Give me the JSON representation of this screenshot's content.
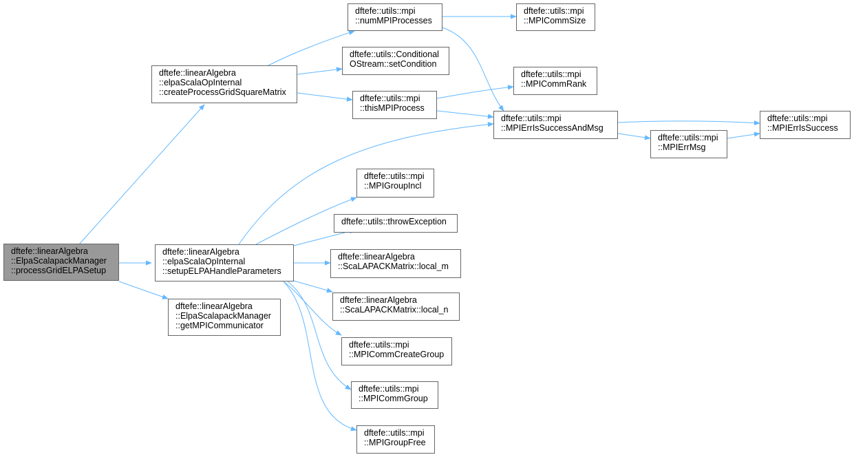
{
  "graph": {
    "root": {
      "lines": [
        "dftefe::linearAlgebra",
        "::ElpaScalapackManager",
        "::processGridELPASetup"
      ]
    },
    "nodes": {
      "createGrid": {
        "lines": [
          "dftefe::linearAlgebra",
          "::elpaScalaOpInternal",
          "::createProcessGridSquareMatrix"
        ]
      },
      "setupElpa": {
        "lines": [
          "dftefe::linearAlgebra",
          "::elpaScalaOpInternal",
          "::setupELPAHandleParameters"
        ]
      },
      "getComm": {
        "lines": [
          "dftefe::linearAlgebra",
          "::ElpaScalapackManager",
          "::getMPICommunicator"
        ]
      },
      "numProc": {
        "lines": [
          "dftefe::utils::mpi",
          "::numMPIProcesses"
        ]
      },
      "condStream": {
        "lines": [
          "dftefe::utils::Conditional",
          "OStream::setCondition"
        ]
      },
      "thisProc": {
        "lines": [
          "dftefe::utils::mpi",
          "::thisMPIProcess"
        ]
      },
      "commSize": {
        "lines": [
          "dftefe::utils::mpi",
          "::MPICommSize"
        ]
      },
      "commRank": {
        "lines": [
          "dftefe::utils::mpi",
          "::MPICommRank"
        ]
      },
      "errSuccMsg": {
        "lines": [
          "dftefe::utils::mpi",
          "::MPIErrIsSuccessAndMsg"
        ]
      },
      "errMsg": {
        "lines": [
          "dftefe::utils::mpi",
          "::MPIErrMsg"
        ]
      },
      "errSucc": {
        "lines": [
          "dftefe::utils::mpi",
          "::MPIErrIsSuccess"
        ]
      },
      "groupIncl": {
        "lines": [
          "dftefe::utils::mpi",
          "::MPIGroupIncl"
        ]
      },
      "throwExc": {
        "lines": [
          "dftefe::utils::throwException"
        ]
      },
      "localM": {
        "lines": [
          "dftefe::linearAlgebra",
          "::ScaLAPACKMatrix::local_m"
        ]
      },
      "localN": {
        "lines": [
          "dftefe::linearAlgebra",
          "::ScaLAPACKMatrix::local_n"
        ]
      },
      "createGroup": {
        "lines": [
          "dftefe::utils::mpi",
          "::MPICommCreateGroup"
        ]
      },
      "commGroup": {
        "lines": [
          "dftefe::utils::mpi",
          "::MPICommGroup"
        ]
      },
      "groupFree": {
        "lines": [
          "dftefe::utils::mpi",
          "::MPIGroupFree"
        ]
      }
    },
    "colors": {
      "edge": "#63b8ff",
      "current_fill": "#999999",
      "border": "#666666"
    }
  }
}
